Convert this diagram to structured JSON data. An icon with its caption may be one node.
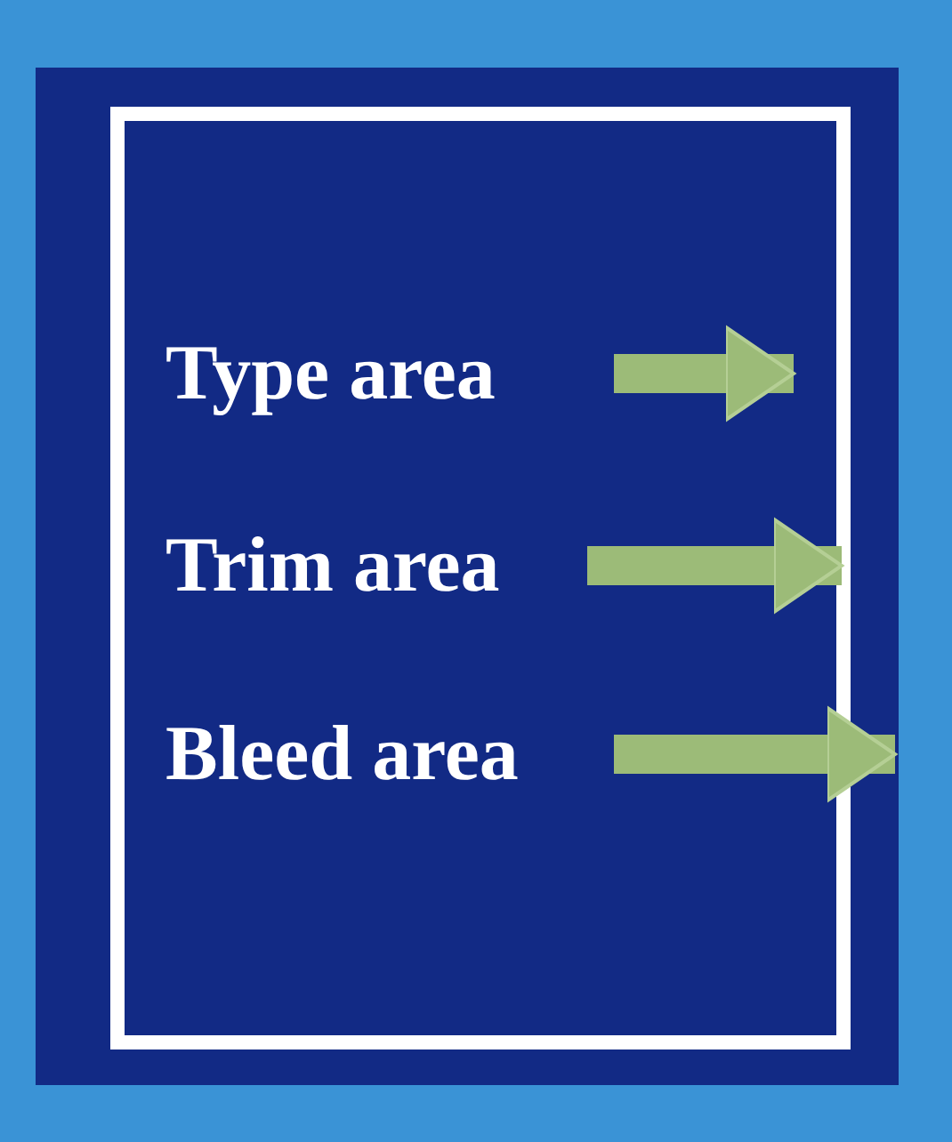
{
  "diagram": {
    "nodes": [
      {
        "text": [],
        "shape": "box"
      },
      {
        "text": [],
        "shape": "box",
        "in": 0
      },
      {
        "text": [],
        "shape": "box",
        "in": 1
      },
      {
        "text": [
          "Type area"
        ],
        "in": 2
      },
      {
        "text": [
          "Trim area"
        ],
        "in": 2
      },
      {
        "text": [
          "Bleed area"
        ],
        "in": 2
      }
    ],
    "edges": [
      {
        "from": 3,
        "to": 2,
        "arrow": "to"
      },
      {
        "from": 4,
        "to": 1,
        "arrow": "to"
      },
      {
        "from": 5,
        "to": 0,
        "arrow": "to"
      }
    ]
  }
}
